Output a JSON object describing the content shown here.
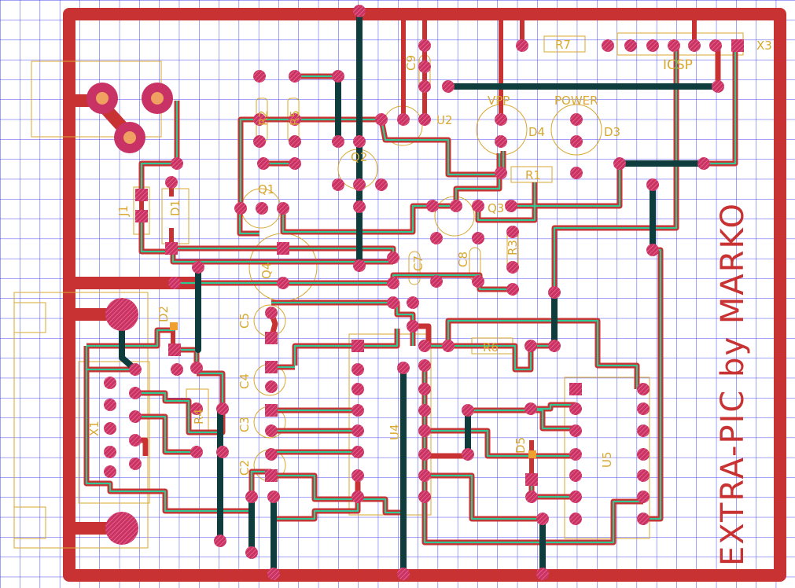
{
  "board": {
    "signature": "EXTRA-PIC by MARKO"
  },
  "components": {
    "X1": "X1",
    "X3": "X3",
    "J1": "J1",
    "D1": "D1",
    "D2": "D2",
    "D3": "D3",
    "D4": "D4",
    "D5": "D5",
    "Q1": "Q1",
    "Q2": "Q2",
    "Q3": "Q3",
    "Q4": "Q4",
    "U2": "U2",
    "U4": "U4",
    "U5": "U5",
    "C2": "C2",
    "C3": "C3",
    "C4": "C4",
    "C5": "C5",
    "C7": "C7",
    "C8": "C8",
    "C9": "C9",
    "R1": "R1",
    "R2": "R2",
    "R3": "R3",
    "R4": "R4",
    "R5": "R5",
    "R6": "R6",
    "R7": "R7",
    "ICSP": "ICSP",
    "VPP": "VPP",
    "POWER": "POWER"
  },
  "colors": {
    "background": "#ffffff",
    "grid": "#4646f0",
    "top_copper": "#c83232",
    "bottom_copper": "#0f3c3c",
    "highlight": "#32c896",
    "silkscreen": "#d8a830",
    "pad": "#c83264",
    "pad_hatch": "#f07090"
  }
}
